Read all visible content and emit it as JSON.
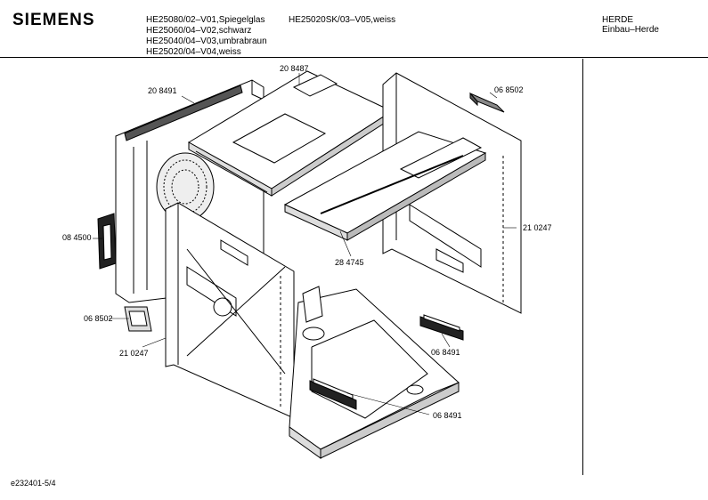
{
  "header": {
    "brand": "SIEMENS",
    "models_left": [
      "HE25080/02–V01,Spiegelglas",
      "HE25060/04–V02,schwarz",
      "HE25040/04–V03,umbrabraun",
      "HE25020/04–V04,weiss"
    ],
    "models_right": [
      "HE25020SK/03–V05,weiss"
    ],
    "category": [
      "HERDE",
      "Einbau–Herde"
    ]
  },
  "parts": {
    "p208491": "20 8491",
    "p208487": "20 8487",
    "p068502_top": "06 8502",
    "p084500": "08 4500",
    "p210247_right": "21 0247",
    "p284745": "28 4745",
    "p068502_left": "06 8502",
    "p210247_left": "21 0247",
    "p068491_right": "06 8491",
    "p068491_bottom": "06 8491"
  },
  "footer": {
    "reference": "e232401-5/4"
  }
}
